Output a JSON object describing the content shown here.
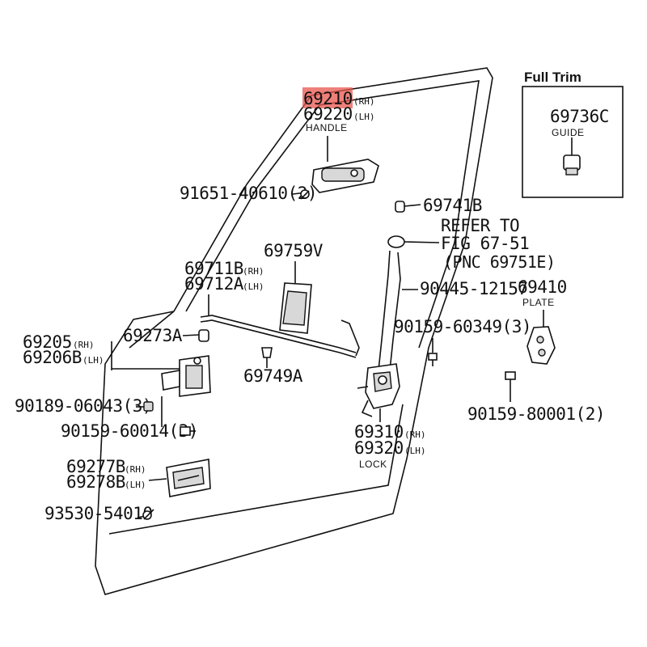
{
  "full_trim": {
    "title": "Full Trim",
    "part_no": "69736C",
    "caption": "GUIDE"
  },
  "highlight_color": "#e8554e",
  "labels": {
    "p69210": "69210",
    "p69210_sfx": "(RH)",
    "p69220": "69220",
    "p69220_sfx": "(LH)",
    "handle": "HANDLE",
    "p91651": "91651-40610(2)",
    "p69741b": "69741B",
    "refer1": "REFER TO",
    "refer2": "FIG 67-51",
    "refer3": "(PNC 69751E)",
    "p69759v": "69759V",
    "p69711b": "69711B",
    "p69711b_sfx": "(RH)",
    "p69712a": "69712A",
    "p69712a_sfx": "(LH)",
    "p90445": "90445-12157",
    "p69410": "69410",
    "plate": "PLATE",
    "p90159_60349": "90159-60349(3)",
    "p69205": "69205",
    "p69205_sfx": "(RH)",
    "p69206b": "69206B",
    "p69206b_sfx": "(LH)",
    "p69273a": "69273A",
    "p69749a": "69749A",
    "p90189": "90189-06043(3)",
    "p90159_60014": "90159-60014(3)",
    "p90159_80001": "90159-80001(2)",
    "p69310": "69310",
    "p69310_sfx": "(RH)",
    "p69320": "69320",
    "p69320_sfx": "(LH)",
    "lock": "LOCK",
    "p69277b": "69277B",
    "p69277b_sfx": "(RH)",
    "p69278b": "69278B",
    "p69278b_sfx": "(LH)",
    "p93530": "93530-54010"
  }
}
